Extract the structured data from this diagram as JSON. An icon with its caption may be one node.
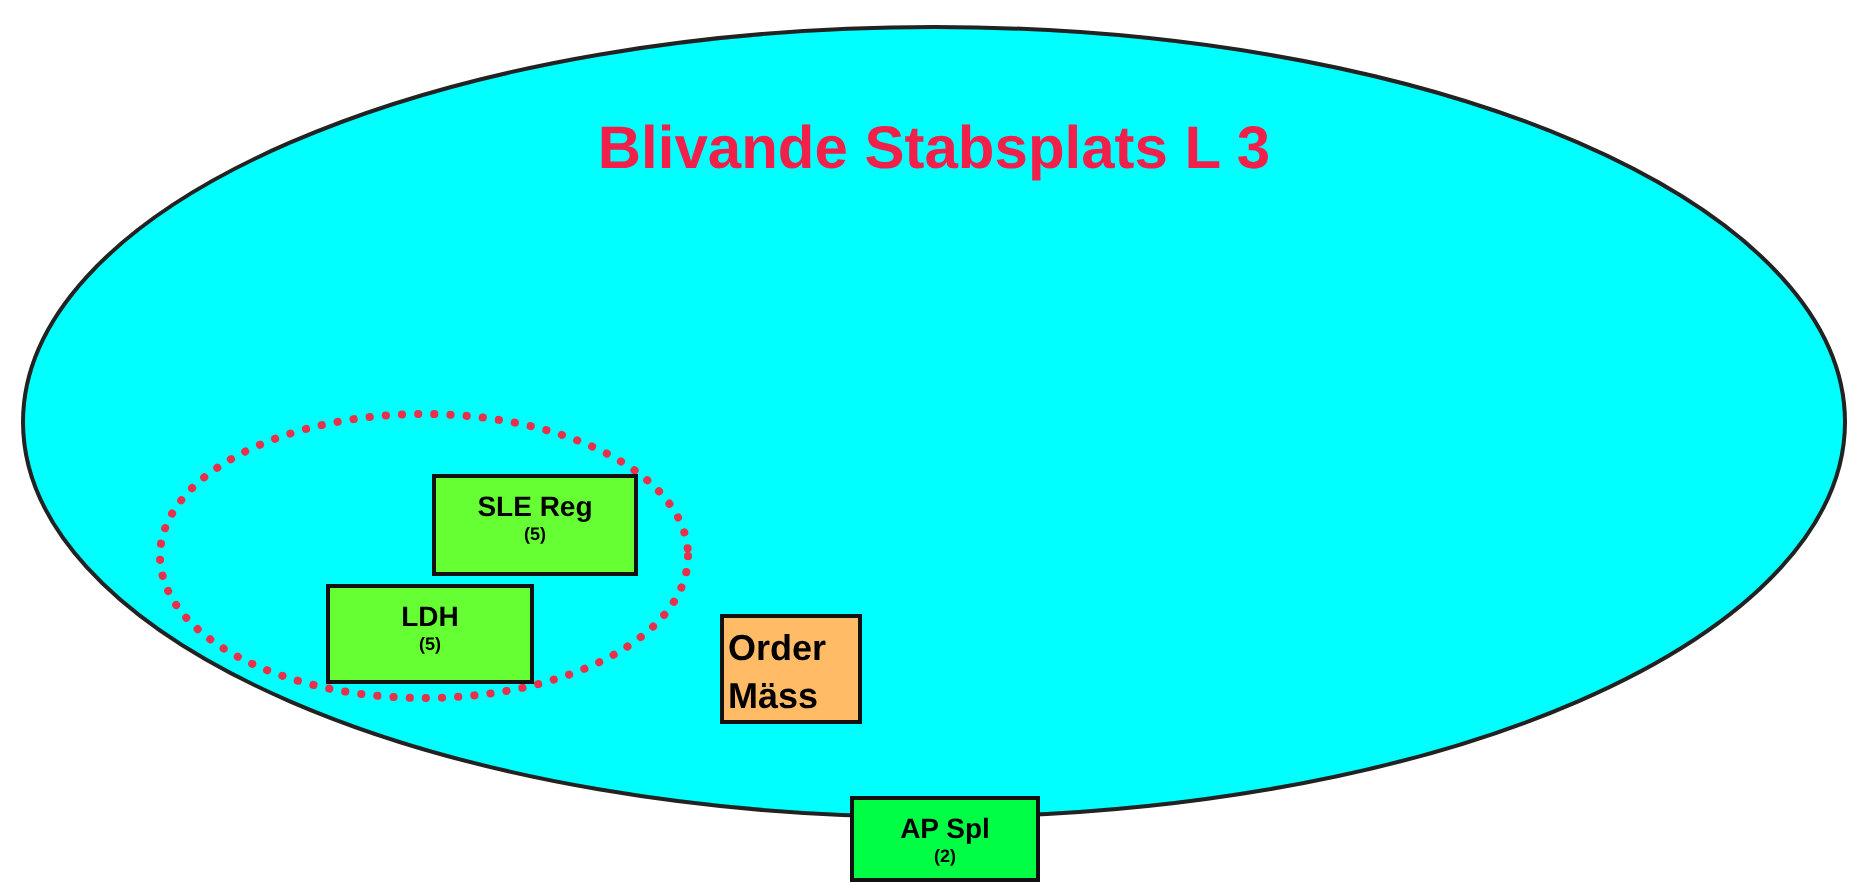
{
  "diagram": {
    "nodes": [
      {
        "text": [
          "Blivande Stabsplats L 3"
        ]
      },
      {
        "text": [],
        "shape": "circle",
        "in": 0
      },
      {
        "text": [
          "SLE Reg",
          "(5)"
        ],
        "in": 1
      },
      {
        "text": [
          "LDH",
          "(5)"
        ],
        "in": 1
      },
      {
        "text": [
          "Order Mäss"
        ],
        "in": 0
      },
      {
        "text": [
          "AP Spl",
          "(2)"
        ]
      }
    ]
  }
}
